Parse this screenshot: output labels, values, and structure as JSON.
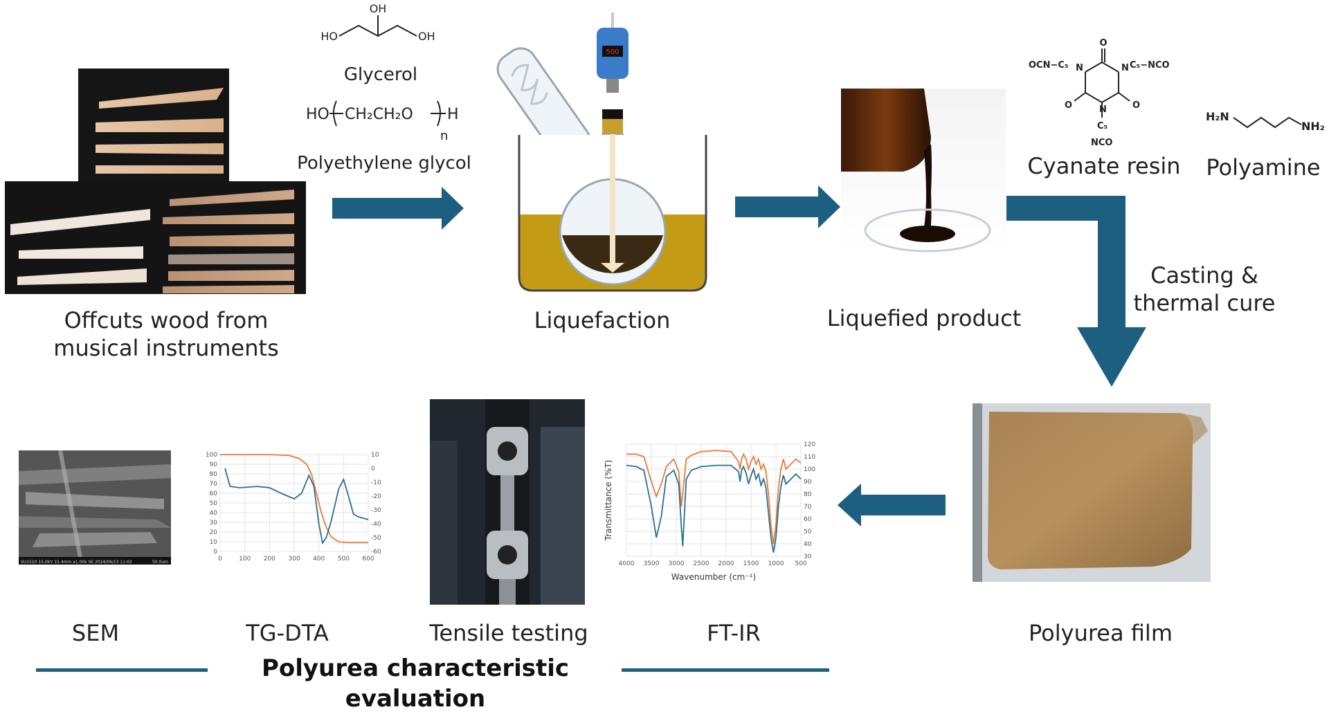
{
  "colors": {
    "arrow": "#1c5f80",
    "oil_bath": "#c49b14",
    "line_orange": "#e8793a",
    "line_blue": "#2a6f8f"
  },
  "wood": {
    "label_line1": "Offcuts wood from",
    "label_line2": "musical instruments"
  },
  "reagents": {
    "glycerol": "Glycerol",
    "glycerol_oh_top": "OH",
    "glycerol_ho_left": "HO",
    "glycerol_oh_right": "OH",
    "peg_formula_left": "HO",
    "peg_formula_mid": "CH₂CH₂O",
    "peg_formula_right": "H",
    "peg_n": "n",
    "peg": "Polyethylene glycol"
  },
  "liquefaction": {
    "label": "Liquefaction",
    "stirrer_display": "500"
  },
  "liquefied": {
    "label": "Liquefied product"
  },
  "cyanate": {
    "label": "Cyanate resin",
    "ocn_left": "OCN−C₅",
    "nco_right": "C₅−NCO",
    "c5_bottom": "C₅",
    "nco_bottom": "NCO",
    "O": "O",
    "N": "N",
    "C": "C"
  },
  "polyamine": {
    "label": "Polyamine",
    "h2n": "H₂N",
    "nh2": "NH₂"
  },
  "casting": {
    "line1": "Casting &",
    "line2": "thermal cure"
  },
  "film": {
    "label": "Polyurea film"
  },
  "evaluation": {
    "title": "Polyurea characteristic evaluation",
    "sem": "SEM",
    "tgdta": "TG-DTA",
    "tensile": "Tensile testing",
    "ftir": "FT-IR",
    "sem_caption": "SU1510 15.0kV 15.4mm x1.00k SE  2024/06/13 11:02",
    "sem_scale": "50.0um"
  },
  "chart_data": [
    {
      "type": "line",
      "name": "TG-DTA",
      "xlim": [
        0,
        600
      ],
      "ylim_left": [
        0,
        100
      ],
      "ylim_right": [
        -60,
        10
      ],
      "x_ticks": [
        0,
        100,
        200,
        300,
        400,
        500,
        600
      ],
      "y_ticks_left": [
        0,
        10,
        20,
        30,
        40,
        50,
        60,
        70,
        80,
        90,
        100
      ],
      "y_ticks_right": [
        10,
        0,
        -10,
        -20,
        -30,
        -40,
        -50,
        -60
      ],
      "grid": true,
      "series": [
        {
          "axis": "left",
          "color": "#e8793a",
          "x": [
            0,
            100,
            200,
            280,
            320,
            350,
            370,
            390,
            410,
            430,
            450,
            480,
            520,
            600
          ],
          "y": [
            100,
            100,
            100,
            99,
            96,
            90,
            80,
            60,
            40,
            25,
            15,
            10,
            9,
            9
          ]
        },
        {
          "axis": "right",
          "color": "#2a6f8f",
          "x": [
            20,
            40,
            80,
            150,
            200,
            260,
            300,
            330,
            360,
            380,
            400,
            415,
            430,
            450,
            480,
            500,
            520,
            540,
            560,
            600
          ],
          "y": [
            0,
            -13,
            -14,
            -13,
            -14,
            -19,
            -22,
            -18,
            -5,
            -13,
            -40,
            -54,
            -50,
            -38,
            -15,
            -8,
            -20,
            -33,
            -35,
            -37
          ]
        }
      ]
    },
    {
      "type": "line",
      "name": "FT-IR",
      "ylabel": "Transmittance (%T)",
      "xlabel": "Wavenumber (cm⁻¹)",
      "xlim": [
        4000,
        500
      ],
      "ylim": [
        30,
        120
      ],
      "x_ticks": [
        4000,
        3500,
        3000,
        2500,
        2000,
        1500,
        1000,
        500
      ],
      "y_ticks": [
        30,
        40,
        50,
        60,
        70,
        80,
        90,
        100,
        110,
        120
      ],
      "grid": true,
      "series": [
        {
          "color": "#e8793a",
          "x": [
            4000,
            3800,
            3650,
            3500,
            3400,
            3300,
            3200,
            3050,
            2950,
            2900,
            2870,
            2800,
            2700,
            2500,
            2200,
            1900,
            1750,
            1720,
            1690,
            1650,
            1600,
            1550,
            1500,
            1450,
            1400,
            1350,
            1300,
            1250,
            1200,
            1150,
            1100,
            1050,
            1000,
            950,
            900,
            850,
            800,
            700,
            600,
            500
          ],
          "y": [
            112,
            112,
            110,
            90,
            78,
            88,
            102,
            108,
            98,
            70,
            80,
            108,
            111,
            114,
            115,
            114,
            106,
            100,
            108,
            112,
            108,
            100,
            106,
            110,
            104,
            108,
            100,
            104,
            98,
            80,
            55,
            40,
            55,
            85,
            100,
            108,
            100,
            104,
            108,
            105
          ]
        },
        {
          "color": "#2a6f8f",
          "x": [
            4000,
            3800,
            3650,
            3500,
            3400,
            3300,
            3200,
            3050,
            2950,
            2900,
            2870,
            2800,
            2700,
            2500,
            2200,
            1900,
            1750,
            1720,
            1690,
            1650,
            1600,
            1550,
            1500,
            1450,
            1400,
            1350,
            1300,
            1250,
            1200,
            1150,
            1100,
            1050,
            1000,
            950,
            900,
            850,
            800,
            700,
            600,
            500
          ],
          "y": [
            103,
            102,
            99,
            70,
            45,
            62,
            94,
            99,
            88,
            55,
            38,
            92,
            99,
            102,
            103,
            103,
            98,
            90,
            99,
            102,
            97,
            88,
            95,
            100,
            92,
            96,
            87,
            92,
            85,
            65,
            45,
            33,
            45,
            70,
            86,
            95,
            88,
            92,
            96,
            92
          ]
        }
      ]
    }
  ]
}
